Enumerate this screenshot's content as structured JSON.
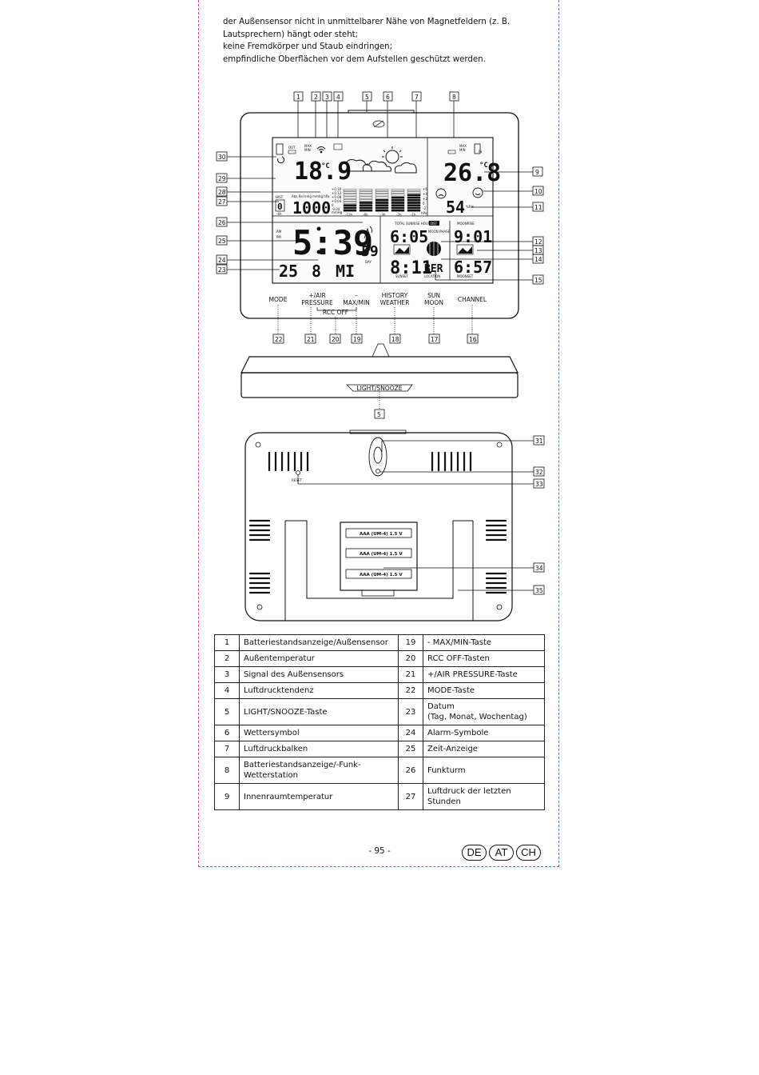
{
  "intro_lines": [
    "der Außensensor nicht in unmittelbarer Nähe von Magnetfeldern (z. B.",
    "Lautsprechern) hängt  oder steht;",
    "keine Fremdkörper und Staub eindringen;",
    "empfindliche Oberflächen vor dem Aufstellen geschützt werden."
  ],
  "callouts": {
    "top": [
      "1",
      "2",
      "3",
      "4",
      "5",
      "6",
      "7",
      "8"
    ],
    "right": [
      "9",
      "10",
      "11",
      "12",
      "13",
      "14",
      "15"
    ],
    "left": [
      "30",
      "29",
      "28",
      "27",
      "26",
      "25",
      "24",
      "23"
    ],
    "bottom": [
      "22",
      "21",
      "20",
      "19",
      "18",
      "17",
      "16"
    ],
    "light_snooze": "5",
    "back": [
      "31",
      "32",
      "33",
      "34",
      "35"
    ]
  },
  "buttons": {
    "mode": "MODE",
    "air_line1": "+/AIR",
    "air_line2": "PRESSURE",
    "maxmin_line1": "–",
    "maxmin_line2": "MAX/MIN",
    "rcc": "RCC OFF",
    "history_line1": "HISTORY",
    "history_line2": "WEATHER",
    "sun_line1": "SUN",
    "sun_line2": "MOON",
    "channel": "CHANNEL",
    "light_snooze": "LIGHT/SNOOZE",
    "reset": "RESET"
  },
  "display": {
    "out": "OUT",
    "in": "IN",
    "max": "MAX",
    "min": "MIN",
    "outdoor_temp": "18.9",
    "indoor_temp": "26.8",
    "unit_c": "°C",
    "humidity": "54",
    "humidity_unit": "%RH",
    "pressure": "1000",
    "pressure_label": "Abs Rel Inhg mmhg hPa",
    "hist": "HIST",
    "hist_value": "0",
    "hist_unit": "-6h",
    "bar_labels": [
      "-12h",
      "-6h",
      "-3h",
      "-2h",
      "-1h",
      "0h"
    ],
    "bar_unit": "mmHg",
    "hpa_unit": "hPa",
    "left_scale": [
      "+0.16",
      "+0.12",
      "+0.08",
      "+0.04",
      "0",
      "-0.04",
      "-0.08",
      "-0.12",
      "-0.16"
    ],
    "right_scale": [
      "+6",
      "+4",
      "+2",
      "0",
      "-2",
      "-4",
      "-6"
    ],
    "am": "AM",
    "pm": "PM",
    "time": "5:39",
    "seconds": "59",
    "date_day": "25",
    "date_month": "8",
    "weekday": "MI",
    "day_label": "DAY",
    "total_sunrise": "TOTAL SUNRISE HOURS",
    "dst": "DST",
    "sunrise_time": "6:05",
    "moon_phase": "MOON PHASE",
    "sunset_time": "8:11",
    "sunset_label": "SUNSET",
    "location": "BER",
    "location_label": "LOCATION",
    "moonrise_label": "MOONRISE",
    "moonrise_time": "9:01",
    "moonset_label": "MOONSET",
    "moonset_time": "6:57"
  },
  "battery_label": "AAA (UM-4) 1.5 V",
  "parts": [
    {
      "n1": "1",
      "t1": "Batteriestandsanzeige/Außensensor",
      "n2": "19",
      "t2": "- MAX/MIN-Taste"
    },
    {
      "n1": "2",
      "t1": "Außentemperatur",
      "n2": "20",
      "t2": "RCC OFF-Tasten"
    },
    {
      "n1": "3",
      "t1": "Signal des Außensensors",
      "n2": "21",
      "t2": "+/AIR PRESSURE-Taste"
    },
    {
      "n1": "4",
      "t1": "Luftdrucktendenz",
      "n2": "22",
      "t2": "MODE-Taste"
    },
    {
      "n1": "5",
      "t1": "LIGHT/SNOOZE-Taste",
      "n2": "23",
      "t2": "Datum\n(Tag, Monat, Wochentag)"
    },
    {
      "n1": "6",
      "t1": "Wettersymbol",
      "n2": "24",
      "t2": "Alarm-Symbole"
    },
    {
      "n1": "7",
      "t1": "Luftdruckbalken",
      "n2": "25",
      "t2": "Zeit-Anzeige"
    },
    {
      "n1": "8",
      "t1": "Batteriestandsanzeige/-Funk-\nWetterstation",
      "n2": "26",
      "t2": "Funkturm"
    },
    {
      "n1": "9",
      "t1": "Innenraumtemperatur",
      "n2": "27",
      "t2": "Luftdruck der letzten\nStunden"
    }
  ],
  "page_number": "- 95 -",
  "languages": [
    "DE",
    "AT",
    "CH"
  ]
}
